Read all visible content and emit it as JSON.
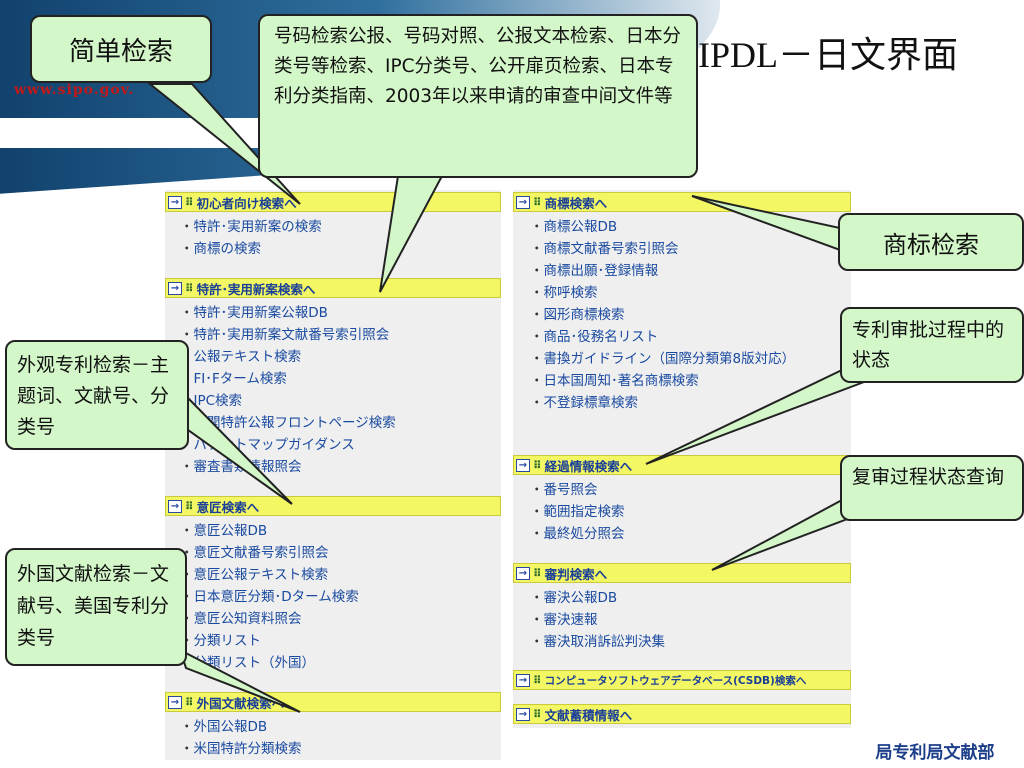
{
  "header": {
    "title": "IPDL－日文界面",
    "site_url": "www.sipo.gov.",
    "footer_text": "局专利局文献部"
  },
  "left_sections": [
    {
      "title": "初心者向け検索へ",
      "items": [
        "特許･実用新案の検索",
        "商標の検索"
      ]
    },
    {
      "title": "特許･実用新案検索へ",
      "items": [
        "特許･実用新案公報DB",
        "特許･実用新案文献番号索引照会",
        "公報テキスト検索",
        "FI･Fターム検索",
        "IPC検索",
        "公開特許公報フロントページ検索",
        "パテントマップガイダンス",
        "審査書類情報照会"
      ]
    },
    {
      "title": "意匠検索へ",
      "items": [
        "意匠公報DB",
        "意匠文献番号索引照会",
        "意匠公報テキスト検索",
        "日本意匠分類･Dターム検索",
        "意匠公知資料照会",
        "分類リスト",
        "分類リスト（外国）"
      ]
    },
    {
      "title": "外国文献検索へ",
      "items": [
        "外国公報DB",
        "米国特許分類検索"
      ]
    }
  ],
  "right_sections": [
    {
      "title": "商標検索へ",
      "items": [
        "商標公報DB",
        "商標文献番号索引照会",
        "商標出願･登録情報",
        "称呼検索",
        "図形商標検索",
        "商品･役務名リスト",
        "書換ガイドライン（国際分類第8版対応）",
        "日本国周知･著名商標検索",
        "不登録標章検索"
      ]
    },
    {
      "title": "経過情報検索へ",
      "items": [
        "番号照会",
        "範囲指定検索",
        "最終処分照会"
      ]
    },
    {
      "title": "審判検索へ",
      "items": [
        "審決公報DB",
        "審決速報",
        "審決取消訴訟判決集"
      ]
    },
    {
      "title": "コンピュータソフトウェアデータベース(CSDB)検索へ",
      "items": []
    },
    {
      "title": "文献蓄積情報へ",
      "items": []
    }
  ],
  "callouts": {
    "simple_search": "简单检索",
    "patent_search": "号码检索公报、号码对照、公报文本检索、日本分类号等检索、IPC分类号、公开扉页检索、日本专利分类指南、2003年以来申请的审查中间文件等",
    "design_search": "外观专利检索－主题词、文献号、分类号",
    "foreign_search": "外国文献检索－文献号、美国专利分类号",
    "trademark_search": "商标检索",
    "progress_status": "专利审批过程中的状态",
    "appeal_status": "复审过程状态查询"
  }
}
